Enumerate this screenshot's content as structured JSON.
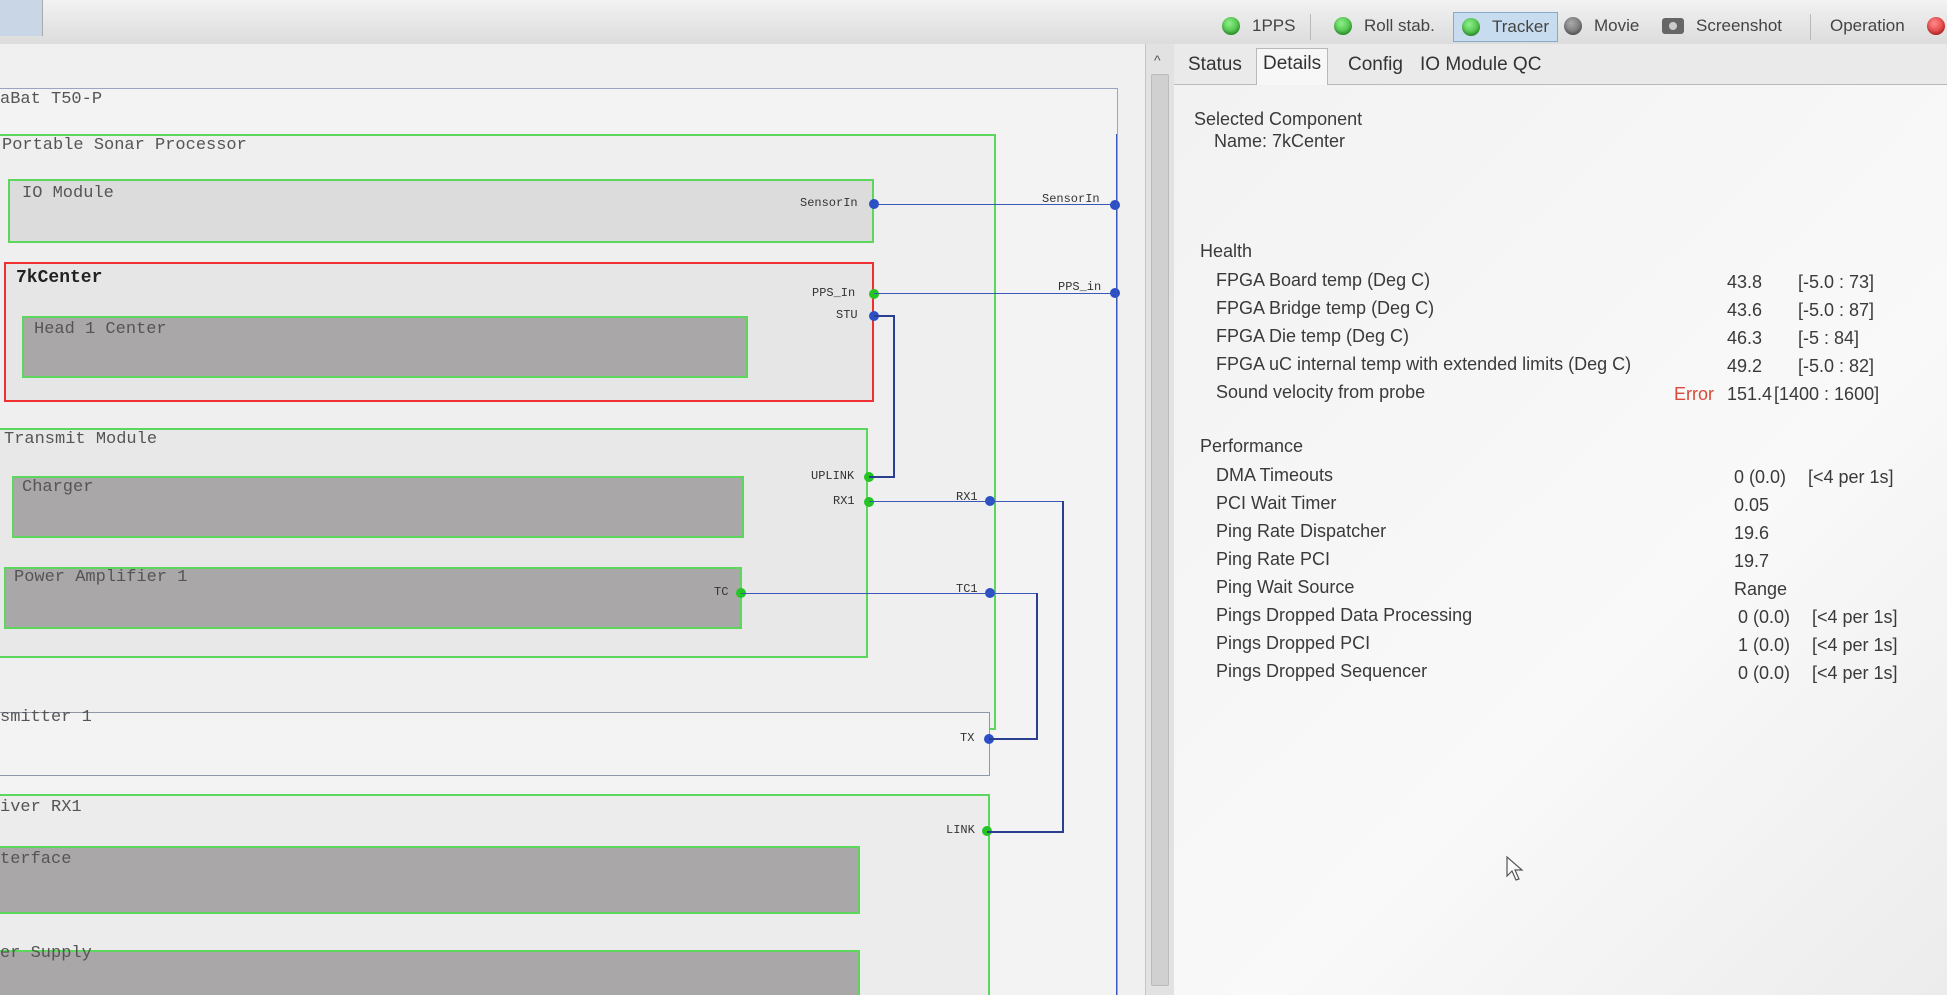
{
  "toolbar": {
    "items": [
      {
        "label": "1PPS",
        "led": "green"
      },
      {
        "label": "Roll stab.",
        "led": "green"
      },
      {
        "label": "Tracker",
        "led": "green"
      },
      {
        "label": "Movie",
        "led": "gray"
      },
      {
        "label": "Screenshot",
        "icon": "camera-icon"
      },
      {
        "label": "Operation",
        "led": "red"
      }
    ]
  },
  "diagram": {
    "root_title": "aBat T50-P",
    "portable_title": "Portable Sonar Processor",
    "io_module": "IO Module",
    "center_7k": "7kCenter",
    "head1": "Head 1 Center",
    "transmit_module": "Transmit Module",
    "charger": "Charger",
    "power_amp": "Power Amplifier 1",
    "transmitter": "smitter 1",
    "receiver": "iver RX1",
    "interface": "terface",
    "supply": "er Supply",
    "ports": {
      "sensorin_a": "SensorIn",
      "sensorin_b": "SensorIn",
      "pps_in": "PPS_In",
      "pps_in_b": "PPS_in",
      "stu": "STU",
      "uplink": "UPLINK",
      "rx1_a": "RX1",
      "rx1_b": "RX1",
      "tc": "TC",
      "tc1": "TC1",
      "tx": "TX",
      "link": "LINK"
    }
  },
  "panel": {
    "tabs": [
      "Status",
      "Details",
      "Config",
      "IO Module QC"
    ],
    "selected_tab": "Details",
    "selected_component_label": "Selected Component",
    "name_label": "Name: 7kCenter",
    "health_title": "Health",
    "health": [
      {
        "name": "FPGA Board temp (Deg C)",
        "flag": "",
        "value": "43.8",
        "range": "[-5.0 : 73]"
      },
      {
        "name": "FPGA Bridge temp (Deg C)",
        "flag": "",
        "value": "43.6",
        "range": "[-5.0 : 87]"
      },
      {
        "name": "FPGA Die temp (Deg C)",
        "flag": "",
        "value": "46.3",
        "range": "[-5 : 84]"
      },
      {
        "name": "FPGA uC internal temp with extended limits (Deg C)",
        "flag": "",
        "value": "49.2",
        "range": "[-5.0 : 82]"
      },
      {
        "name": "Sound velocity from probe",
        "flag": "Error",
        "value": "151.4",
        "range": "[1400 : 1600]"
      }
    ],
    "performance_title": "Performance",
    "performance": [
      {
        "name": "DMA Timeouts",
        "value": "0 (0.0)",
        "range": "[<4 per 1s]"
      },
      {
        "name": "PCI Wait Timer",
        "value": "0.05",
        "range": ""
      },
      {
        "name": "Ping Rate Dispatcher",
        "value": "19.6",
        "range": ""
      },
      {
        "name": "Ping Rate PCI",
        "value": "19.7",
        "range": ""
      },
      {
        "name": "Ping Wait Source",
        "value": "Range",
        "range": ""
      },
      {
        "name": "Pings Dropped Data Processing",
        "value": "0 (0.0)",
        "range": "[<4 per 1s]"
      },
      {
        "name": "Pings Dropped PCI",
        "value": "1 (0.0)",
        "range": "[<4 per 1s]"
      },
      {
        "name": "Pings Dropped Sequencer",
        "value": "0 (0.0)",
        "range": "[<4 per 1s]"
      }
    ]
  }
}
